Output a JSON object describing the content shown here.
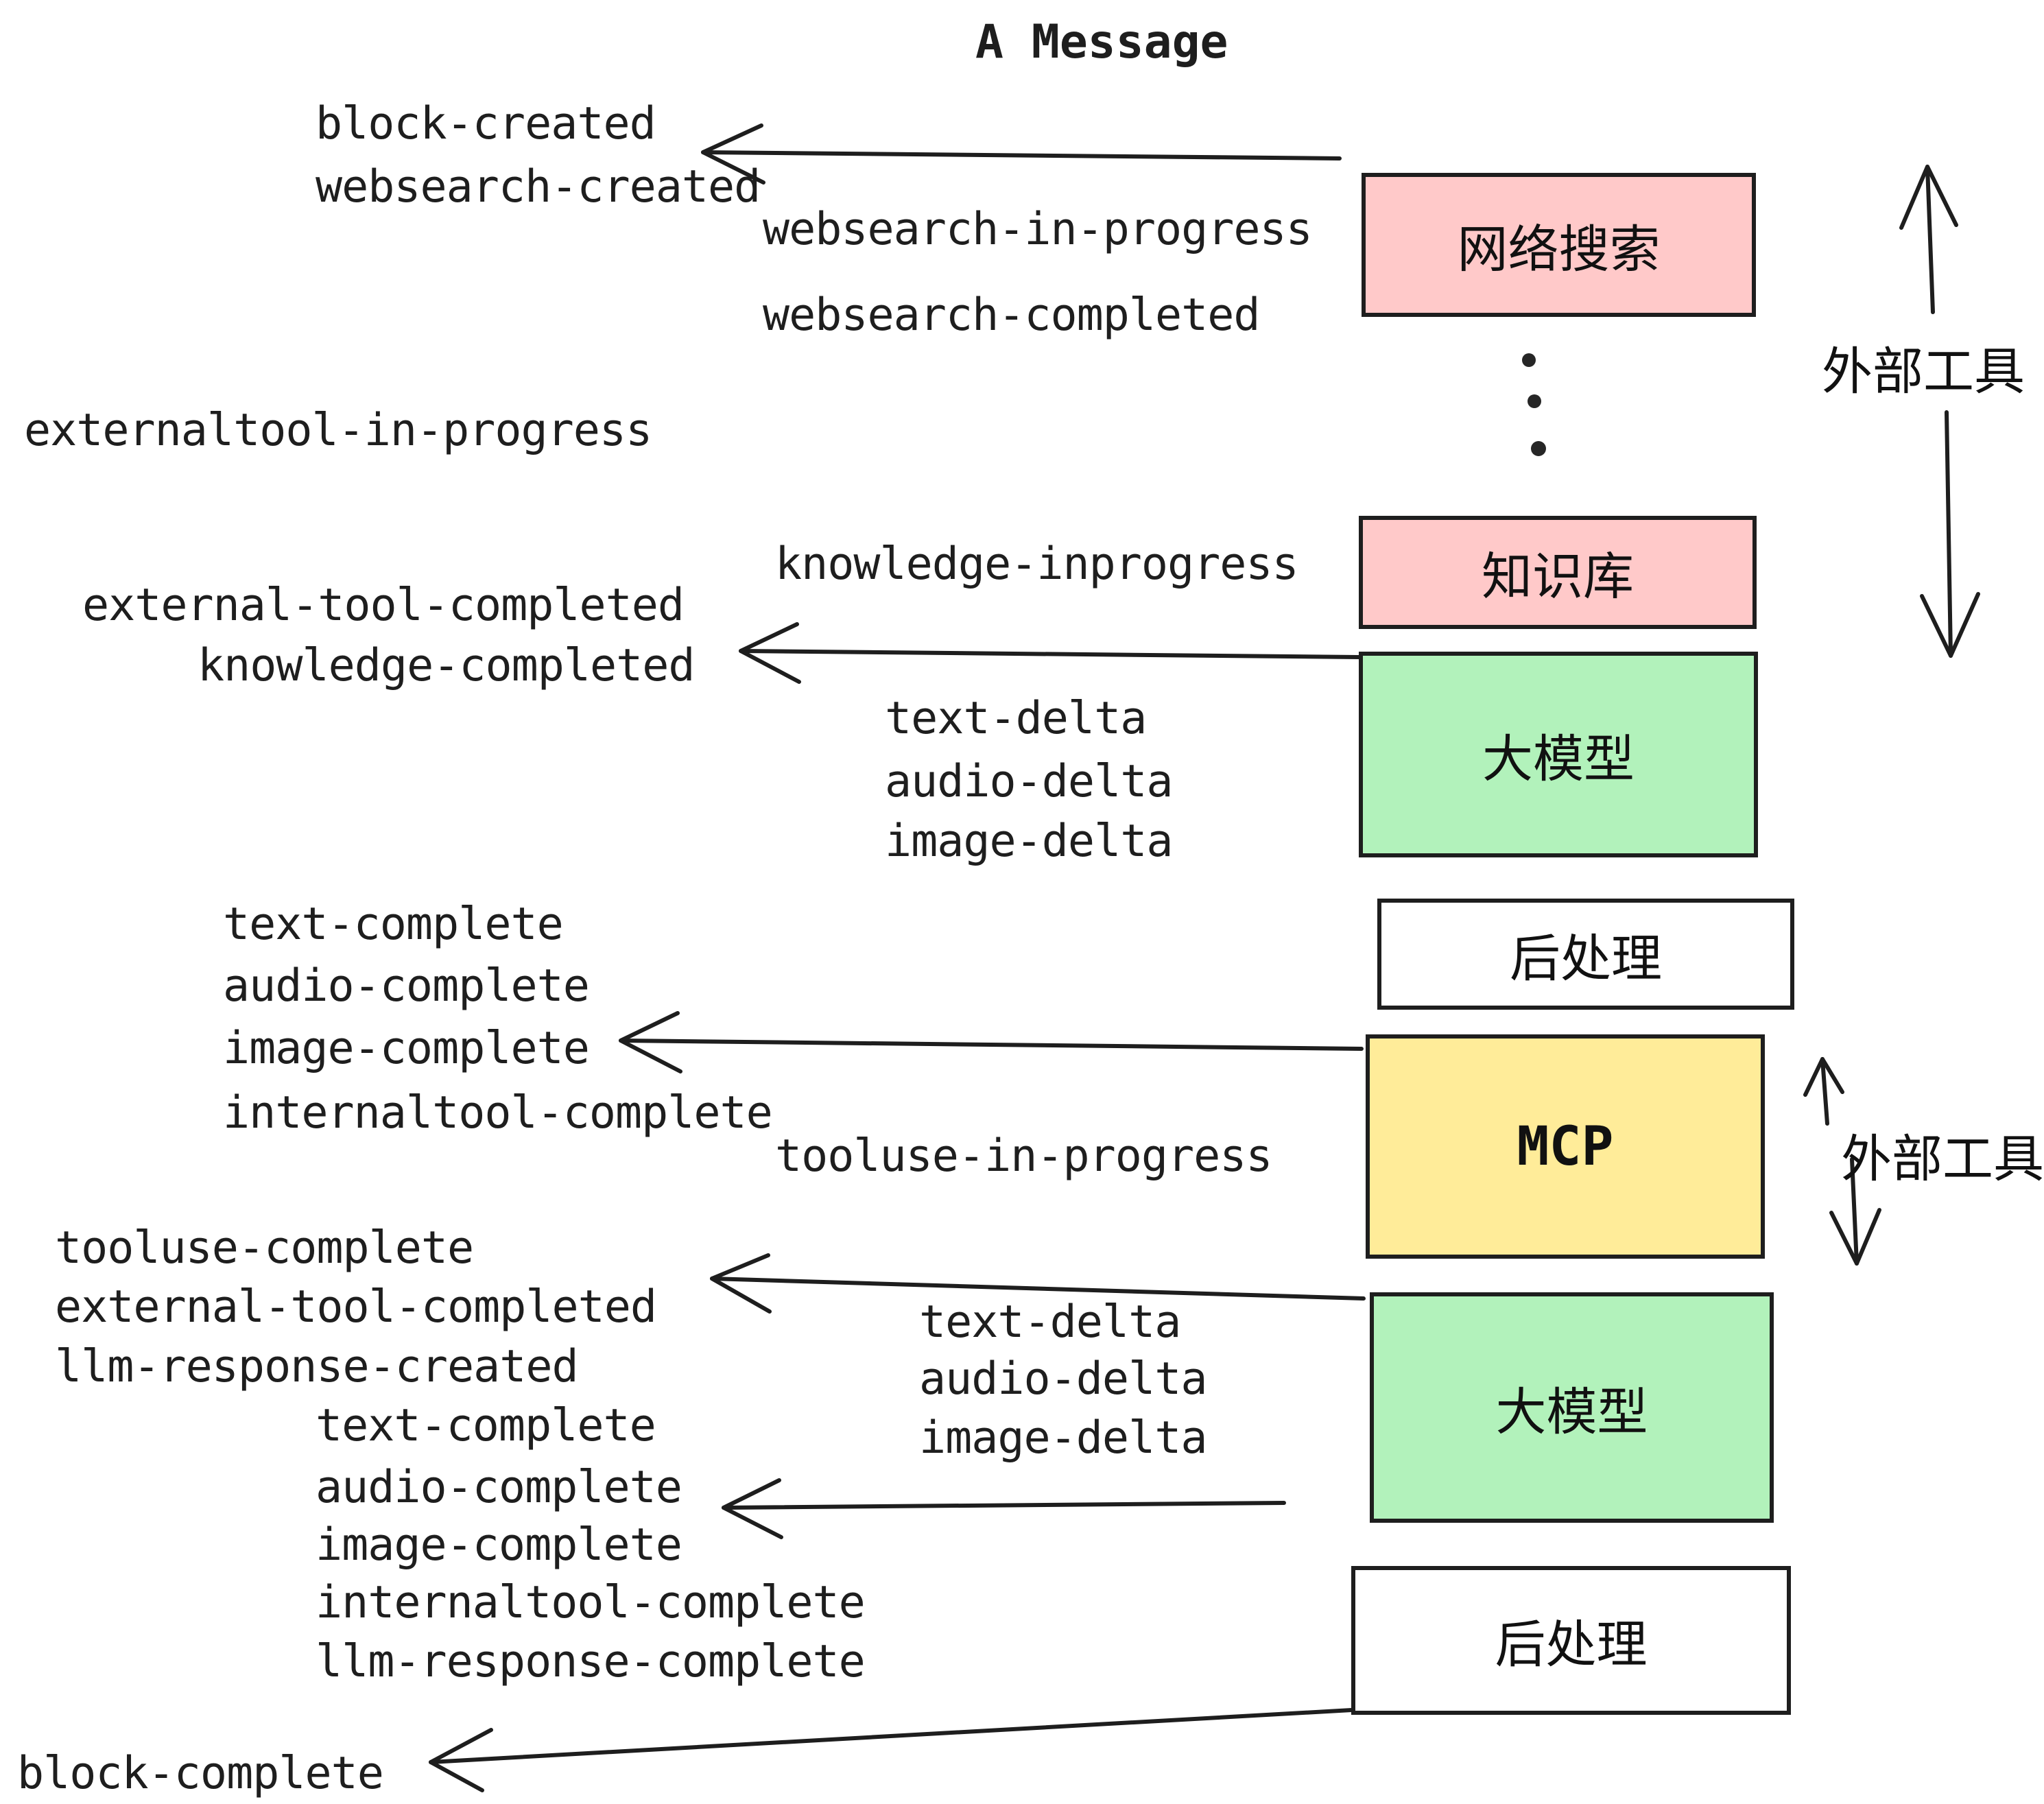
{
  "title": "A Message",
  "labels": {
    "block_created": "block-created",
    "websearch_created": "websearch-created",
    "websearch_in_progress": "websearch-in-progress",
    "websearch_completed": "websearch-completed",
    "externaltool_in_progress": "externaltool-in-progress",
    "knowledge_inprogress": "knowledge-inprogress",
    "external_tool_completed_1": "external-tool-completed",
    "knowledge_completed": "knowledge-completed",
    "text_delta_1": "text-delta",
    "audio_delta_1": "audio-delta",
    "image_delta_1": "image-delta",
    "text_complete_1": "text-complete",
    "audio_complete_1": "audio-complete",
    "image_complete_1": "image-complete",
    "internaltool_complete_1": "internaltool-complete",
    "tooluse_in_progress": "tooluse-in-progress",
    "tooluse_complete": "tooluse-complete",
    "external_tool_completed_2": "external-tool-completed",
    "llm_response_created": "llm-response-created",
    "text_complete_2": "text-complete",
    "audio_complete_2": "audio-complete",
    "image_complete_2": "image-complete",
    "internaltool_complete_2": "internaltool-complete",
    "llm_response_complete": "llm-response-complete",
    "block_complete": "block-complete"
  },
  "boxes": {
    "websearch": {
      "label": "网络搜索",
      "fill": "#ffc9c9"
    },
    "knowledge": {
      "label": "知识库",
      "fill": "#ffc9c9"
    },
    "llm_1": {
      "label": "大模型",
      "fill": "#b2f2bb"
    },
    "post_1": {
      "label": "后处理",
      "fill": "#ffffff"
    },
    "mcp": {
      "label": "MCP",
      "fill": "#ffec99"
    },
    "llm_2": {
      "label": "大模型",
      "fill": "#b2f2bb"
    },
    "post_2": {
      "label": "后处理",
      "fill": "#ffffff"
    }
  },
  "annotations": {
    "external_tools_top": "外部工具",
    "external_tools_bottom": "外部工具"
  },
  "colors": {
    "ink": "#1e1e1e",
    "pink": "#ffc9c9",
    "green": "#b2f2bb",
    "yellow": "#ffec99",
    "white": "#ffffff"
  }
}
